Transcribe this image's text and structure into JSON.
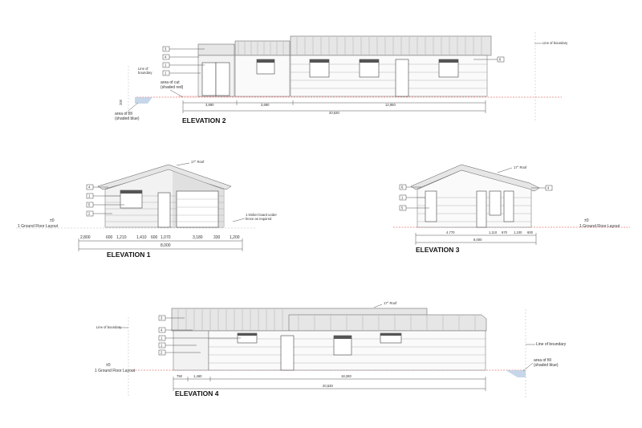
{
  "elevation2": {
    "title": "ELEVATION 2",
    "tags": [
      "3",
      "4",
      "1",
      "1"
    ],
    "right_tag": "6",
    "boundary_label": "Line of boundary",
    "left_boundary_label_1": "Line of",
    "left_boundary_label_2": "boundary",
    "cut_label_1": "area of cut",
    "cut_label_2": "(shaded red)",
    "fill_label_1": "area of fill",
    "fill_label_2": "(shaded blue)",
    "level_dim": "200",
    "dims": [
      "3,890",
      "3,690",
      "12,950"
    ],
    "total_dim": "20,530"
  },
  "elevation1": {
    "title": "ELEVATION 1",
    "roof_label": "17° Roof",
    "tags": [
      "4",
      "1",
      "5",
      "2"
    ],
    "level_mark": "±0",
    "level_label": "1 Ground Floor Layout",
    "timber_label_1": "1 timber board under",
    "timber_label_2": "fence as required",
    "dims": [
      "2,800",
      "600",
      "1,210",
      "1,410",
      "600",
      "1,070",
      "3,180",
      "330",
      "1,200"
    ],
    "total_dim": "8,000"
  },
  "elevation3": {
    "title": "ELEVATION 3",
    "roof_label": "17° Roof",
    "tags": [
      "6",
      "1",
      "5"
    ],
    "right_tag": "4",
    "level_mark": "±0",
    "level_label": "1 Ground Floor Layout",
    "dims": [
      "4,770",
      "1,110",
      "670",
      "1,100",
      "600"
    ],
    "total_dim": "8,000"
  },
  "elevation4": {
    "title": "ELEVATION 4",
    "roof_label": "17° Roof",
    "tags": [
      "3",
      "4",
      "1",
      "1",
      "2"
    ],
    "boundary_label_left": "Line of boundary",
    "boundary_label_right": "Line of boundary",
    "fill_label_1": "area of fill",
    "fill_label_2": "(shaded blue)",
    "level_mark": "±0",
    "level_label": "1 Ground Floor Layout",
    "dims": [
      "750",
      "1,460",
      "18,280"
    ],
    "total_dim": "20,530"
  }
}
